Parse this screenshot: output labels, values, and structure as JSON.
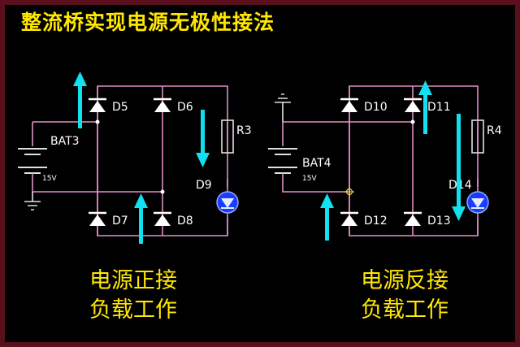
{
  "title": "整流桥实现电源无极性接法",
  "captions": {
    "left": [
      "电源正接",
      "负载工作"
    ],
    "right": [
      "电源反接",
      "负载工作"
    ]
  },
  "left": {
    "battery": "BAT3",
    "voltage": "15V",
    "diodes": [
      "D5",
      "D6",
      "D7",
      "D8"
    ],
    "resistor": "R3",
    "led": "D9"
  },
  "right": {
    "battery": "BAT4",
    "voltage": "15V",
    "diodes": [
      "D10",
      "D11",
      "D12",
      "D13"
    ],
    "resistor": "R4",
    "led": "D14"
  },
  "colors": {
    "background": "#000000",
    "border": "#5a0f1c",
    "title": "#ffe800",
    "wire": "#e18fc7",
    "arrow": "#10e0f0",
    "led": "#1a3cff"
  },
  "icons": [
    "ground-icon",
    "battery-icon",
    "diode-icon",
    "resistor-icon",
    "led-icon",
    "arrow-up-icon",
    "arrow-down-icon",
    "cursor-crosshair-icon"
  ]
}
